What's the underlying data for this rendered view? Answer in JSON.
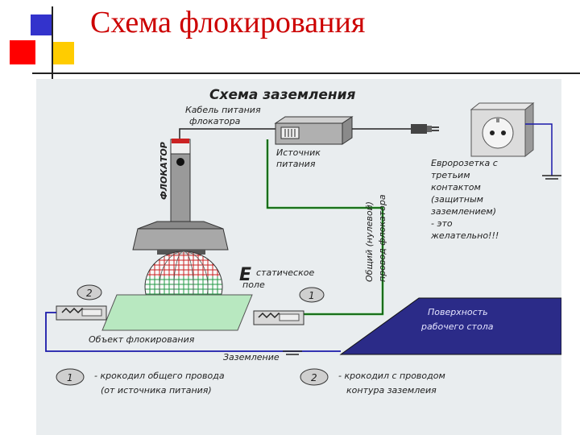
{
  "slide": {
    "title": "Схема флокирования"
  },
  "diagram": {
    "heading": "Схема заземления",
    "cable_label": [
      "Кабель питания",
      "флокатора"
    ],
    "flocker_label": "ФЛОКАТОР",
    "power_source_label": [
      "Источник",
      "питания"
    ],
    "euro_socket_label": [
      "Евророзетка с",
      "третьим",
      "контактом",
      "(защитным",
      "заземлением)",
      "- это",
      "желательно!!!"
    ],
    "common_wire_label": [
      "Общий (нулевой)",
      "провод флокатора"
    ],
    "field_symbol": "E",
    "field_label": [
      "статическое",
      "поле"
    ],
    "surface_label": [
      "Поверхность",
      "рабочего стола"
    ],
    "object_label": "Объект флокирования",
    "grounding_label": "Заземление",
    "clip_1_number": "1",
    "clip_2_number": "2",
    "legend_1_number": "1",
    "legend_1_text": [
      "- крокодил общего провода",
      "(от источника питания)"
    ],
    "legend_2_number": "2",
    "legend_2_text": [
      "- крокодил с проводом",
      "контура заземлеия"
    ]
  },
  "colors": {
    "title": "#cc0000",
    "deco_blue": "#3333cc",
    "deco_red": "#ff0000",
    "deco_yellow": "#ffcc00",
    "panel_bg": "#e9edef",
    "ground_wire": "#1a1aaa",
    "common_wire": "#22aa22",
    "table_surface": "#2b2b88",
    "green_plate": "#b8e8c0"
  }
}
